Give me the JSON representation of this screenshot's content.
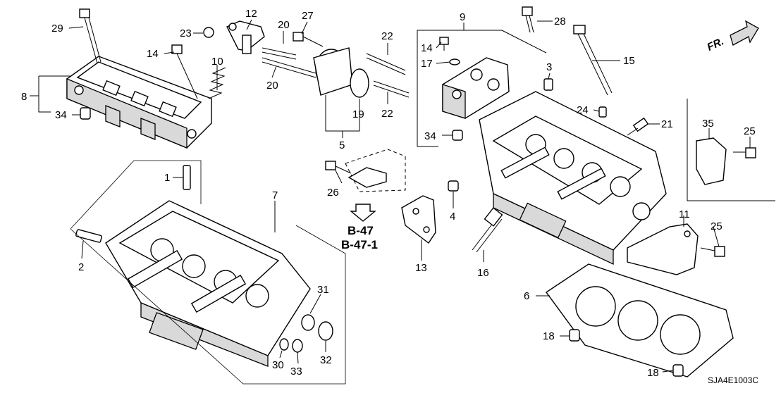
{
  "diagram": {
    "code": "SJA4E1003C",
    "direction_label": "FR.",
    "references": [
      "B-47",
      "B-47-1"
    ],
    "callouts": {
      "c1": "1",
      "c2": "2",
      "c3": "3",
      "c4": "4",
      "c5": "5",
      "c6": "6",
      "c7": "7",
      "c8": "8",
      "c9": "9",
      "c10": "10",
      "c11": "11",
      "c12": "12",
      "c13": "13",
      "c14a": "14",
      "c14b": "14",
      "c15": "15",
      "c16": "16",
      "c17": "17",
      "c18a": "18",
      "c18b": "18",
      "c19": "19",
      "c20a": "20",
      "c20b": "20",
      "c21": "21",
      "c22a": "22",
      "c22b": "22",
      "c23": "23",
      "c24": "24",
      "c25a": "25",
      "c25b": "25",
      "c26": "26",
      "c27": "27",
      "c28": "28",
      "c29": "29",
      "c30": "30",
      "c31": "31",
      "c32": "32",
      "c33": "33",
      "c34a": "34",
      "c34b": "34",
      "c35": "35"
    }
  }
}
